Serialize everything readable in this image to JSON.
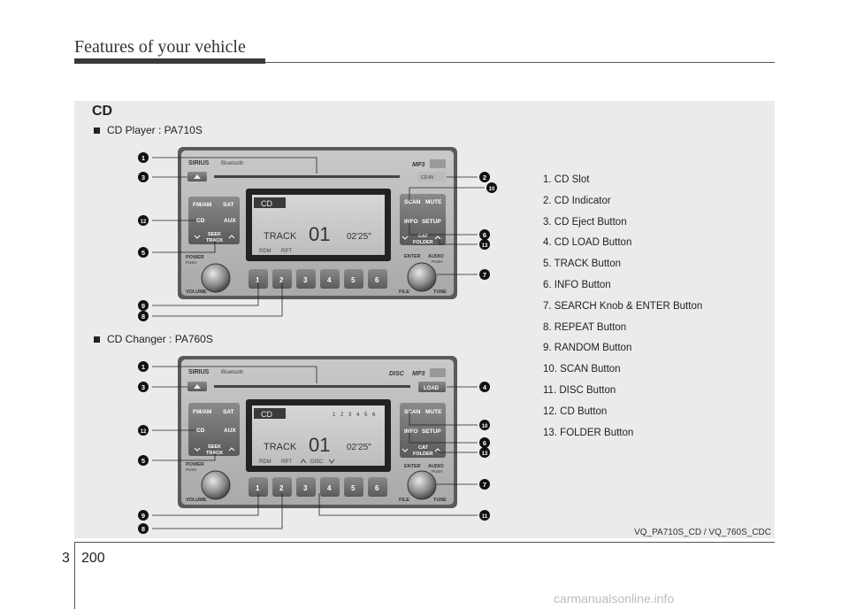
{
  "header": {
    "title": "Features of your vehicle"
  },
  "section": {
    "title": "CD"
  },
  "subheads": {
    "player": "CD Player : PA710S",
    "changer": "CD Changer : PA760S"
  },
  "legend": [
    "1. CD Slot",
    "2. CD Indicator",
    "3. CD Eject Button",
    "4. CD LOAD Button",
    "5. TRACK Button",
    "6. INFO Button",
    "7. SEARCH Knob & ENTER Button",
    "8. REPEAT Button",
    "9. RANDOM Button",
    "10. SCAN Button",
    "11. DISC Button",
    "12. CD Button",
    "13. FOLDER Button"
  ],
  "caption": "VQ_PA710S_CD / VQ_760S_CDC",
  "footer": {
    "chapter": "3",
    "page": "200"
  },
  "watermark": "carmanualsonline.info",
  "callout_numbers": {
    "n1": "1",
    "n2": "2",
    "n3": "3",
    "n4": "4",
    "n5": "5",
    "n6": "6",
    "n7": "7",
    "n8": "8",
    "n9": "9",
    "n10": "10",
    "n11": "11",
    "n12": "12",
    "n13": "13"
  },
  "radio": {
    "brand": "SIRIUS",
    "bluetooth": "Bluetooth",
    "mp3": "MP3",
    "xm_disc": "DISC",
    "cd_in": "CD-IN",
    "load": "LOAD",
    "fm_am": "FM/AM",
    "sat": "SAT",
    "cd": "CD",
    "aux": "AUX",
    "seek": "SEEK",
    "track": "TRACK",
    "power": "POWER",
    "push": "PUSH",
    "volume": "VOLUME",
    "scan": "SCAN",
    "mute": "MUTE",
    "info": "INFO",
    "setup": "SETUP",
    "cat": "CAT",
    "folder": "FOLDER",
    "enter": "ENTER",
    "audio": "AUDIO",
    "file": "FILE",
    "tune": "TUNE",
    "presets": [
      "1",
      "2",
      "3",
      "4",
      "5",
      "6"
    ],
    "display": {
      "mode": "CD",
      "track_label": "TRACK",
      "track_no": "01",
      "time": "02'25\"",
      "rdm": "RDM",
      "rpt": "RPT",
      "disc": "DISC",
      "disc_slots": [
        "1",
        "2",
        "3",
        "4",
        "5",
        "6"
      ]
    }
  }
}
